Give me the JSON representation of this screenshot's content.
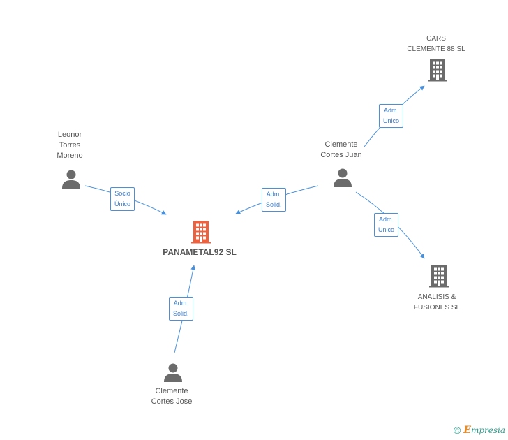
{
  "colors": {
    "edge": "#4a90d9",
    "person": "#666666",
    "company": "#666666",
    "main_company": "#f0603c"
  },
  "nodes": {
    "panametal": {
      "label": "PANAMETAL92 SL",
      "icon": "building-icon"
    },
    "cars": {
      "line1": "CARS",
      "line2": "CLEMENTE 88 SL",
      "icon": "building-icon"
    },
    "analisis": {
      "line1": "ANALISIS &",
      "line2": "FUSIONES SL",
      "icon": "building-icon"
    },
    "leonor": {
      "line1": "Leonor",
      "line2": "Torres",
      "line3": "Moreno",
      "icon": "person-icon"
    },
    "clemente_juan": {
      "line1": "Clemente",
      "line2": "Cortes Juan",
      "icon": "person-icon"
    },
    "clemente_jose": {
      "line1": "Clemente",
      "line2": "Cortes Jose",
      "icon": "person-icon"
    }
  },
  "edges": {
    "leonor_panametal": {
      "line1": "Socio",
      "line2": "Único"
    },
    "juan_panametal": {
      "line1": "Adm.",
      "line2": "Solid."
    },
    "juan_cars": {
      "line1": "Adm.",
      "line2": "Unico"
    },
    "juan_analisis": {
      "line1": "Adm.",
      "line2": "Unico"
    },
    "jose_panametal": {
      "line1": "Adm.",
      "line2": "Solid."
    }
  },
  "footer": {
    "copyright": "©",
    "brand_initial": "E",
    "brand_rest": "mpresia"
  }
}
